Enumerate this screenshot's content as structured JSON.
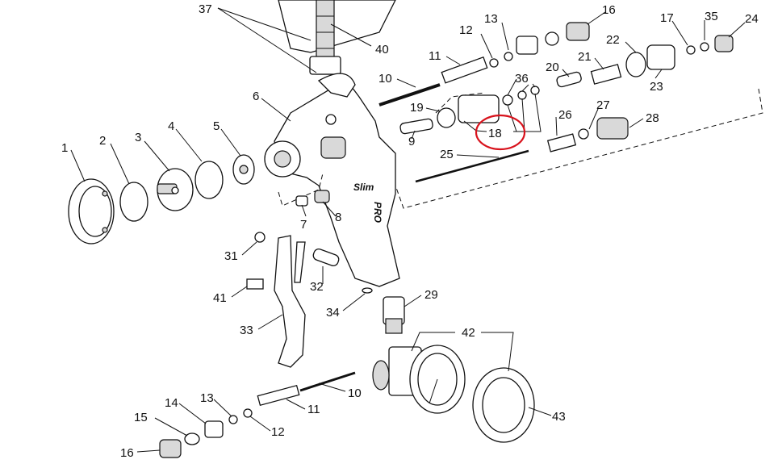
{
  "highlight": {
    "label": "18",
    "color": "#d8121c"
  },
  "brand_marks": {
    "body": "Slim",
    "grip": "PRO"
  },
  "callouts": [
    {
      "id": "c37",
      "label": "37"
    },
    {
      "id": "c40",
      "label": "40"
    },
    {
      "id": "c13a",
      "label": "13"
    },
    {
      "id": "c12a",
      "label": "12"
    },
    {
      "id": "c16a",
      "label": "16"
    },
    {
      "id": "c11a",
      "label": "11"
    },
    {
      "id": "c10a",
      "label": "10"
    },
    {
      "id": "c36",
      "label": "36"
    },
    {
      "id": "c20",
      "label": "20"
    },
    {
      "id": "c21",
      "label": "21"
    },
    {
      "id": "c22",
      "label": "22"
    },
    {
      "id": "c23",
      "label": "23"
    },
    {
      "id": "c17",
      "label": "17"
    },
    {
      "id": "c35",
      "label": "35"
    },
    {
      "id": "c24",
      "label": "24"
    },
    {
      "id": "c6",
      "label": "6"
    },
    {
      "id": "c19",
      "label": "19"
    },
    {
      "id": "c9",
      "label": "9"
    },
    {
      "id": "c26",
      "label": "26"
    },
    {
      "id": "c27",
      "label": "27"
    },
    {
      "id": "c28",
      "label": "28"
    },
    {
      "id": "c25",
      "label": "25"
    },
    {
      "id": "c1",
      "label": "1"
    },
    {
      "id": "c2",
      "label": "2"
    },
    {
      "id": "c3",
      "label": "3"
    },
    {
      "id": "c4",
      "label": "4"
    },
    {
      "id": "c5",
      "label": "5"
    },
    {
      "id": "c7",
      "label": "7"
    },
    {
      "id": "c8",
      "label": "8"
    },
    {
      "id": "c31",
      "label": "31"
    },
    {
      "id": "c32",
      "label": "32"
    },
    {
      "id": "c41",
      "label": "41"
    },
    {
      "id": "c33",
      "label": "33"
    },
    {
      "id": "c34",
      "label": "34"
    },
    {
      "id": "c29",
      "label": "29"
    },
    {
      "id": "c42",
      "label": "42"
    },
    {
      "id": "c10b",
      "label": "10"
    },
    {
      "id": "c43",
      "label": "43"
    },
    {
      "id": "c14",
      "label": "14"
    },
    {
      "id": "c13b",
      "label": "13"
    },
    {
      "id": "c15",
      "label": "15"
    },
    {
      "id": "c12b",
      "label": "12"
    },
    {
      "id": "c11b",
      "label": "11"
    },
    {
      "id": "c16b",
      "label": "16"
    }
  ]
}
